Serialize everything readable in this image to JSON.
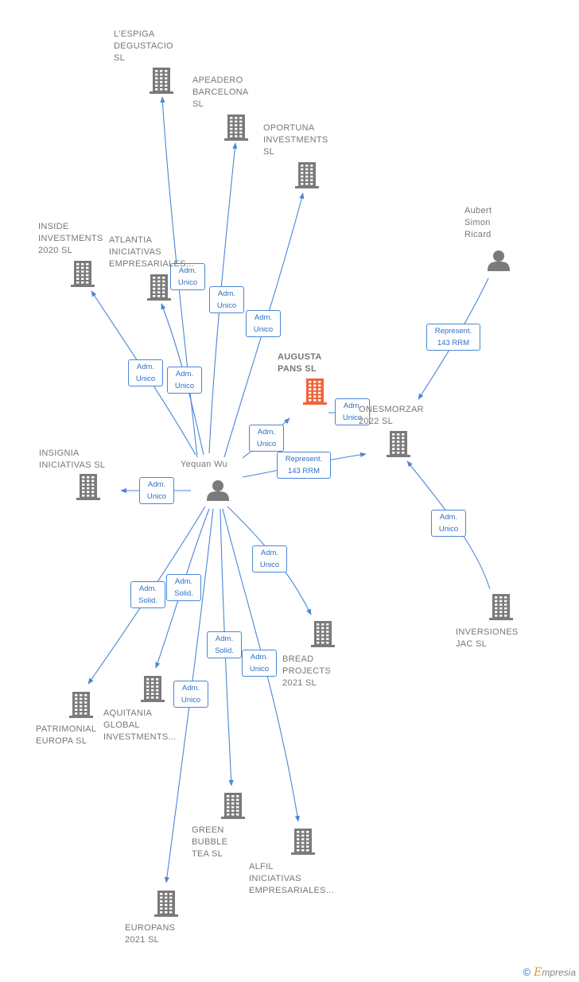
{
  "nodes": {
    "espiga": {
      "label": "L'ESPIGA\nDEGUSTACIO\nSL",
      "kind": "company"
    },
    "apeadero": {
      "label": "APEADERO\nBARCELONA\nSL",
      "kind": "company"
    },
    "oportuna": {
      "label": "OPORTUNA\nINVESTMENTS\nSL",
      "kind": "company"
    },
    "inside": {
      "label": "INSIDE\nINVESTMENTS\n2020  SL",
      "kind": "company"
    },
    "atlantia": {
      "label": "ATLANTIA\nINICIATIVAS\nEMPRESARIALES...",
      "kind": "company"
    },
    "aubert": {
      "label": "Aubert\nSimon\nRicard",
      "kind": "person"
    },
    "augusta": {
      "label": "AUGUSTA\nPANS  SL",
      "kind": "focus"
    },
    "onesmorzar": {
      "label": "ONESMORZAR\n2022  SL",
      "kind": "company"
    },
    "insignia": {
      "label": "INSIGNIA\nINICIATIVAS  SL",
      "kind": "company"
    },
    "yequan": {
      "label": "Yequan Wu",
      "kind": "person"
    },
    "inversiones": {
      "label": "INVERSIONES\nJAC  SL",
      "kind": "company"
    },
    "bread": {
      "label": "BREAD\nPROJECTS\n2021  SL",
      "kind": "company"
    },
    "patrimonial": {
      "label": "PATRIMONIAL\nEUROPA  SL",
      "kind": "company"
    },
    "aquitania": {
      "label": "AQUITANIA\nGLOBAL\nINVESTMENTS...",
      "kind": "company"
    },
    "green": {
      "label": "GREEN\nBUBBLE\nTEA  SL",
      "kind": "company"
    },
    "alfil": {
      "label": "ALFIL\nINICIATIVAS\nEMPRESARIALES...",
      "kind": "company"
    },
    "europans": {
      "label": "EUROPANS\n2021  SL",
      "kind": "company"
    }
  },
  "relations": [
    {
      "from": "yequan",
      "to": "espiga",
      "label": "Adm.\nUnico"
    },
    {
      "from": "yequan",
      "to": "apeadero",
      "label": "Adm.\nUnico"
    },
    {
      "from": "yequan",
      "to": "oportuna",
      "label": "Adm.\nUnico"
    },
    {
      "from": "yequan",
      "to": "inside",
      "label": "Adm.\nUnico"
    },
    {
      "from": "yequan",
      "to": "atlantia",
      "label": "Adm.\nUnico"
    },
    {
      "from": "yequan",
      "to": "augusta",
      "label": "Adm.\nUnico"
    },
    {
      "from": "yequan",
      "to": "onesmorzar",
      "label": "Represent.\n143 RRM"
    },
    {
      "from": "yequan",
      "to": "insignia",
      "label": "Adm.\nUnico"
    },
    {
      "from": "yequan",
      "to": "bread",
      "label": "Adm.\nUnico"
    },
    {
      "from": "yequan",
      "to": "patrimonial",
      "label": "Adm.\nSolid."
    },
    {
      "from": "yequan",
      "to": "aquitania",
      "label": "Adm.\nSolid."
    },
    {
      "from": "yequan",
      "to": "green",
      "label": "Adm.\nSolid."
    },
    {
      "from": "yequan",
      "to": "alfil",
      "label": "Adm.\nUnico"
    },
    {
      "from": "yequan",
      "to": "europans",
      "label": "Adm.\nUnico"
    },
    {
      "from": "aubert",
      "to": "onesmorzar",
      "label": "Represent.\n143 RRM"
    },
    {
      "from": "augusta",
      "to": "onesmorzar",
      "label": "Adm.\nUnico"
    },
    {
      "from": "inversiones",
      "to": "onesmorzar",
      "label": "Adm.\nUnico"
    }
  ],
  "colors": {
    "edge": "#4a86d6",
    "company": "#7a7a7a",
    "focus": "#f0643c",
    "person": "#7a7a7a"
  },
  "brand": {
    "symbol": "©",
    "initial": "E",
    "rest": "mpresia"
  }
}
